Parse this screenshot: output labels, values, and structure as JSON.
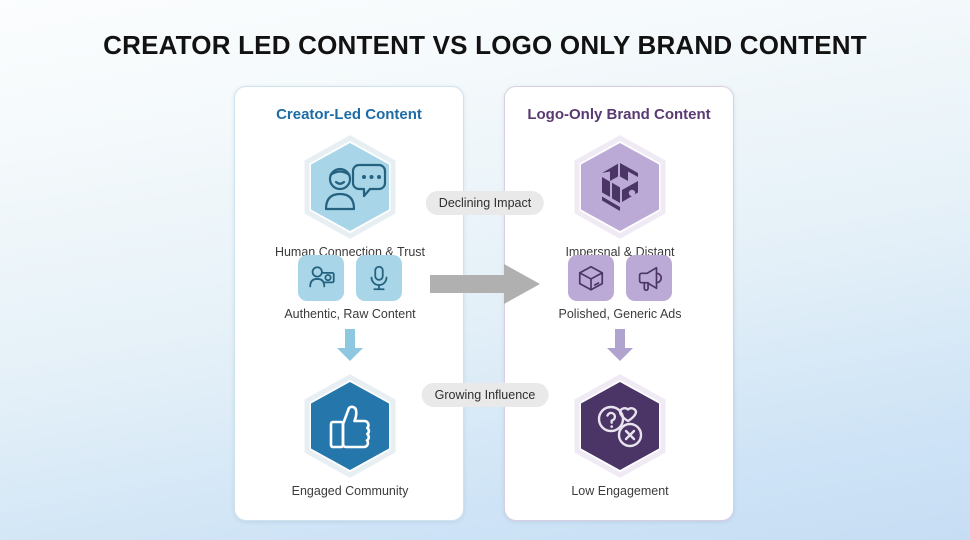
{
  "page": {
    "title": "CREATOR LED CONTENT VS LOGO ONLY BRAND CONTENT"
  },
  "colors": {
    "left_accent": "#1d6ca8",
    "right_accent": "#5a3a72",
    "left_icon_fill": "#a9d5e8",
    "right_icon_fill": "#bcaad6",
    "left_hex_strong": "#2577ab",
    "right_hex_strong": "#4b3566",
    "badge_bg": "#e9e9e9",
    "arrow_gray": "#b0b0b0",
    "arrow_blue": "#8ec7e0",
    "arrow_purple": "#b1a3d0"
  },
  "left_panel": {
    "title": "Creator-Led Content",
    "rows": [
      {
        "icon": "people-speech-bubble-icon",
        "caption": "Human Connection & Trust"
      },
      {
        "icons": [
          "person-camera-icon",
          "microphone-icon"
        ],
        "caption": "Authentic, Raw Content"
      },
      {
        "icon": "thumbs-up-icon",
        "caption": "Engaged Community"
      }
    ]
  },
  "right_panel": {
    "title": "Logo-Only Brand Content",
    "rows": [
      {
        "icon": "cube-logo-icon",
        "caption": "Impersnal & Distant"
      },
      {
        "icons": [
          "cube-icon",
          "megaphone-icon"
        ],
        "caption": "Polished, Generic Ads"
      },
      {
        "icon": "question-heart-cross-icon",
        "caption": "Low Engagement"
      }
    ]
  },
  "middle": {
    "badge_top": "Declining Impact",
    "badge_bottom": "Growing Influence",
    "arrow": "right-arrow-icon"
  }
}
